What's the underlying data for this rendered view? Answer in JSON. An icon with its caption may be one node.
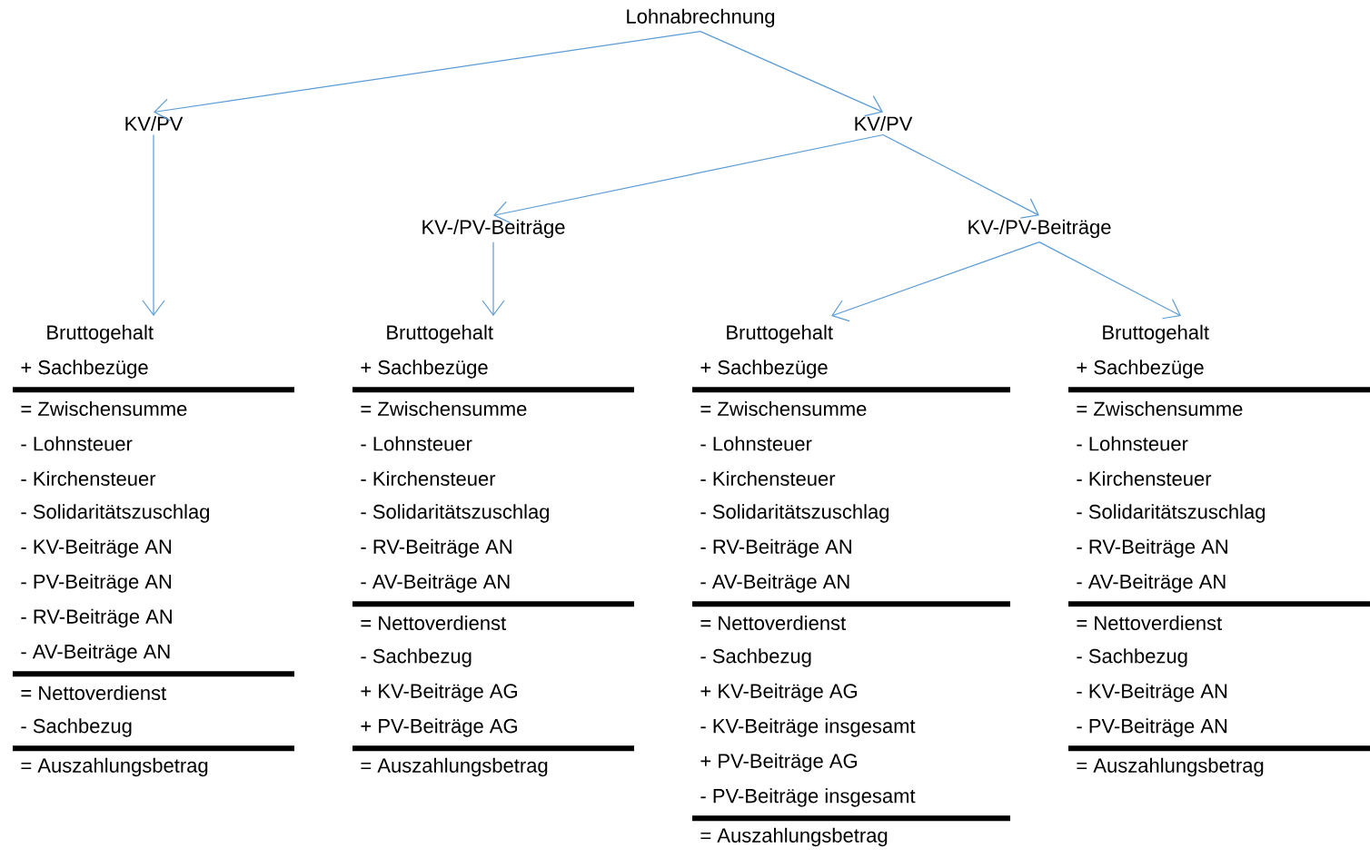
{
  "diagram": {
    "nodes": [
      {
        "text": [
          "Lohnabrechnung"
        ]
      },
      {
        "text": [
          "KV/PV"
        ]
      },
      {
        "text": [
          "KV/PV"
        ]
      },
      {
        "text": [
          "KV-/PV-Beiträge"
        ]
      },
      {
        "text": [
          "KV-/PV-Beiträge"
        ]
      },
      {
        "text": [
          "Bruttogehalt",
          "+ Sachbezüge",
          "= Zwischensumme",
          "- Lohnsteuer",
          "- Kirchensteuer",
          "- Solidaritätszuschlag",
          "- KV-Beiträge AN",
          "- PV-Beiträge AN",
          "- RV-Beiträge AN",
          "- AV-Beiträge AN",
          "= Nettoverdienst",
          "- Sachbezug",
          "= Auszahlungsbetrag"
        ]
      },
      {
        "text": [
          "Bruttogehalt",
          "+ Sachbezüge",
          "= Zwischensumme",
          "- Lohnsteuer",
          "- Kirchensteuer",
          "- Solidaritätszuschlag",
          "- RV-Beiträge AN",
          "- AV-Beiträge AN",
          "= Nettoverdienst",
          "- Sachbezug",
          "+ KV-Beiträge AG",
          "+ PV-Beiträge AG",
          "= Auszahlungsbetrag"
        ]
      },
      {
        "text": [
          "Bruttogehalt",
          "+ Sachbezüge",
          "= Zwischensumme",
          "- Lohnsteuer",
          "- Kirchensteuer",
          "- Solidaritätszuschlag",
          "- RV-Beiträge AN",
          "- AV-Beiträge AN",
          "= Nettoverdienst",
          "- Sachbezug",
          "+ KV-Beiträge AG",
          "- KV-Beiträge insgesamt",
          "+ PV-Beiträge AG",
          "- PV-Beiträge insgesamt",
          "= Auszahlungsbetrag"
        ]
      },
      {
        "text": [
          "Bruttogehalt",
          "+ Sachbezüge",
          "= Zwischensumme",
          "- Lohnsteuer",
          "- Kirchensteuer",
          "- Solidaritätszuschlag",
          "- RV-Beiträge AN",
          "- AV-Beiträge AN",
          "= Nettoverdienst",
          "- Sachbezug",
          "- KV-Beiträge AN",
          "- PV-Beiträge AN",
          "= Auszahlungsbetrag"
        ]
      }
    ],
    "edges": [
      {
        "from": 0,
        "to": 1,
        "arrow": "to"
      },
      {
        "from": 0,
        "to": 2,
        "arrow": "to"
      },
      {
        "from": 1,
        "to": 5,
        "arrow": "to"
      },
      {
        "from": 2,
        "to": 3,
        "arrow": "to"
      },
      {
        "from": 2,
        "to": 4,
        "arrow": "to"
      },
      {
        "from": 3,
        "to": 6,
        "arrow": "to"
      },
      {
        "from": 4,
        "to": 7,
        "arrow": "to"
      },
      {
        "from": 4,
        "to": 8,
        "arrow": "to"
      }
    ]
  }
}
